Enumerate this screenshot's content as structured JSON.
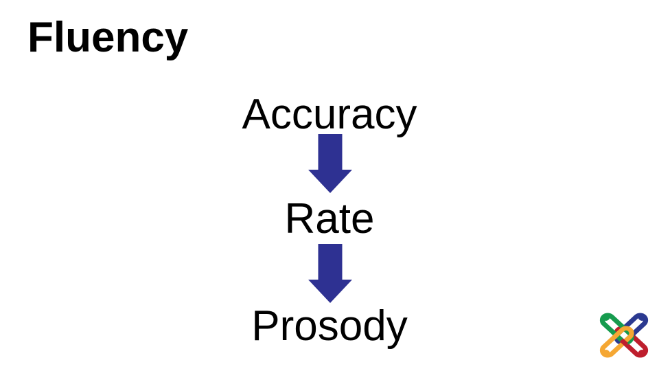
{
  "slide": {
    "title": "Fluency"
  },
  "flow": {
    "items": [
      {
        "label": "Accuracy"
      },
      {
        "label": "Rate"
      },
      {
        "label": "Prosody"
      }
    ]
  },
  "colors": {
    "arrow": "#2E3192",
    "text": "#000000",
    "background": "#FFFFFF"
  },
  "logo": {
    "colors": {
      "green": "#169B4E",
      "blue": "#2B3990",
      "yellow": "#F5A733",
      "red": "#BE1E2D"
    }
  }
}
